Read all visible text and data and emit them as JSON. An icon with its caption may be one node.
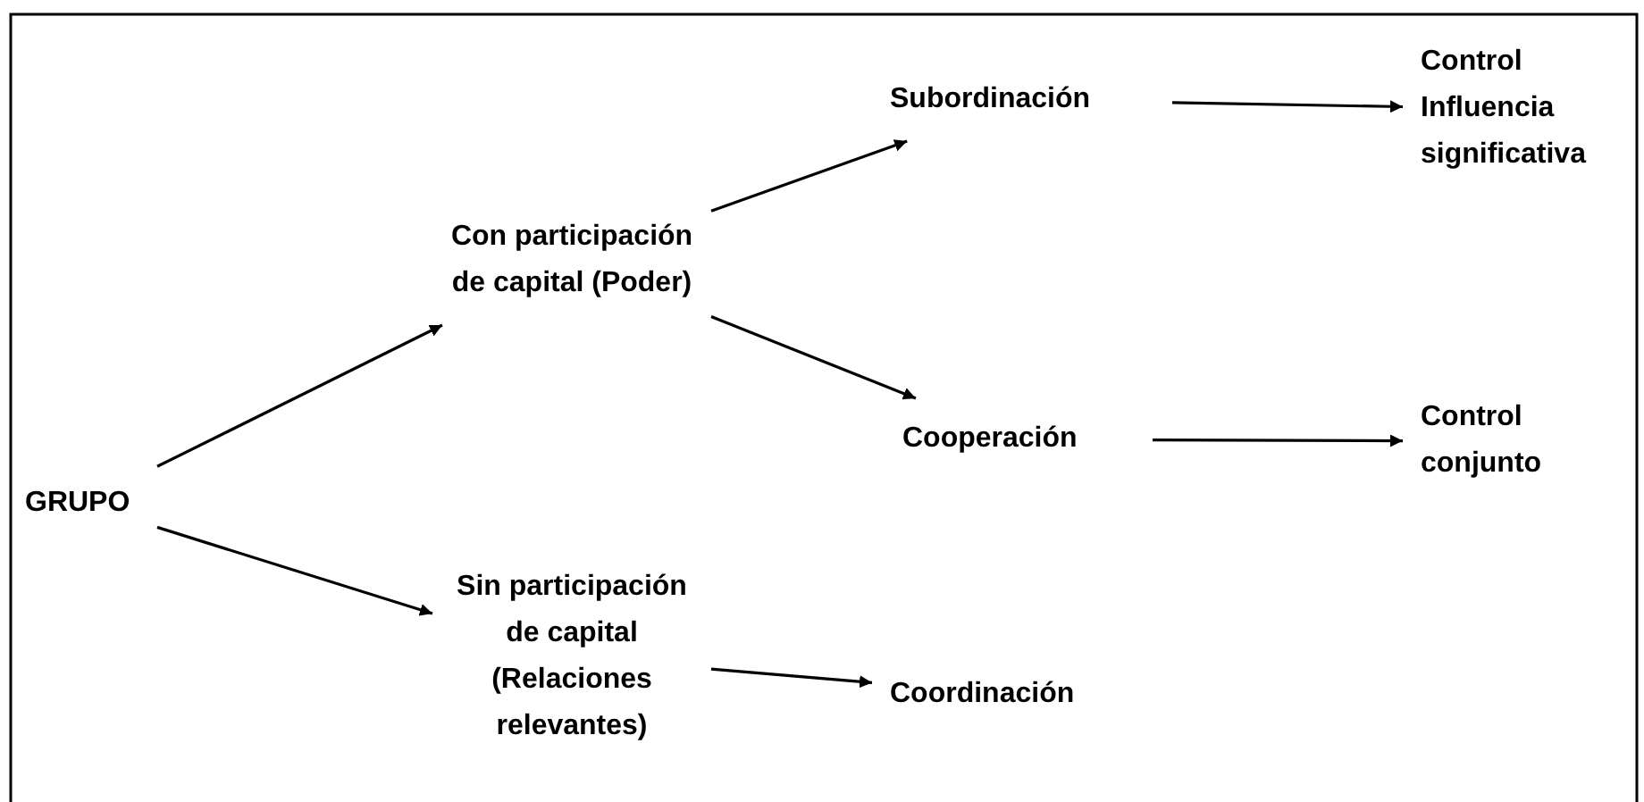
{
  "diagram": {
    "nodes": [
      {
        "text": [
          "GRUPO"
        ]
      },
      {
        "text": [
          "Con participación de capital (Poder)"
        ]
      },
      {
        "text": [
          "Sin participación de capital (Relaciones relevantes)"
        ]
      },
      {
        "text": [
          "Subordinación"
        ]
      },
      {
        "text": [
          "Cooperación"
        ]
      },
      {
        "text": [
          "Coordinación"
        ]
      },
      {
        "text": [
          "Control Influencia significativa"
        ]
      },
      {
        "text": [
          "Control conjunto"
        ]
      }
    ],
    "edges": [
      {
        "from": 0,
        "to": 1,
        "arrow": "to"
      },
      {
        "from": 0,
        "to": 2,
        "arrow": "to"
      },
      {
        "from": 1,
        "to": 3,
        "arrow": "to"
      },
      {
        "from": 1,
        "to": 4,
        "arrow": "to"
      },
      {
        "from": 3,
        "to": 6,
        "arrow": "to"
      },
      {
        "from": 4,
        "to": 7,
        "arrow": "to"
      },
      {
        "from": 2,
        "to": 5,
        "arrow": "to"
      }
    ]
  }
}
